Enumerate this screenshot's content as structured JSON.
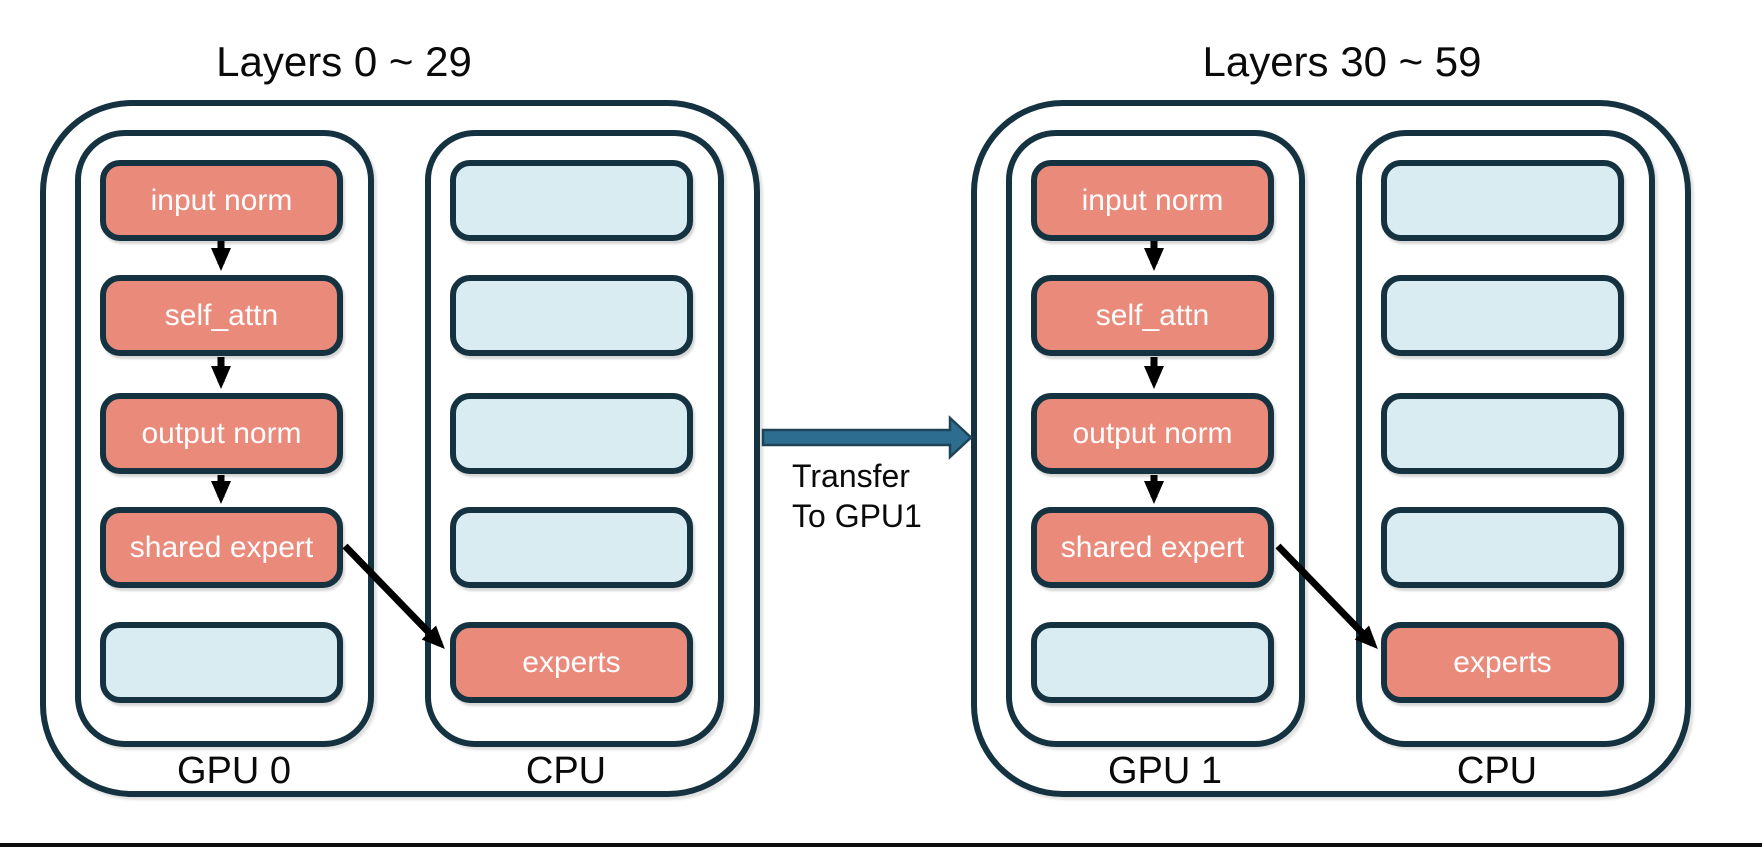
{
  "diagram": {
    "groups": [
      {
        "title": "Layers 0 ~ 29",
        "gpu_label": "GPU 0",
        "cpu_label": "CPU",
        "gpu_boxes": [
          "input norm",
          "self_attn",
          "output norm",
          "shared expert",
          ""
        ],
        "cpu_boxes": [
          "",
          "",
          "",
          "",
          "experts"
        ]
      },
      {
        "title": "Layers 30 ~ 59",
        "gpu_label": "GPU 1",
        "cpu_label": "CPU",
        "gpu_boxes": [
          "input norm",
          "self_attn",
          "output norm",
          "shared expert",
          ""
        ],
        "cpu_boxes": [
          "",
          "",
          "",
          "",
          "experts"
        ]
      }
    ],
    "transfer": {
      "line1": "Transfer",
      "line2": "To GPU1"
    },
    "colors": {
      "module_fill": "#EA8A7B",
      "empty_slot_fill": "#D8ECF2",
      "outline": "#143240",
      "transfer_arrow_fill": "#2D6E90",
      "module_text": "#FFFFFF",
      "label_text": "#000000"
    }
  }
}
